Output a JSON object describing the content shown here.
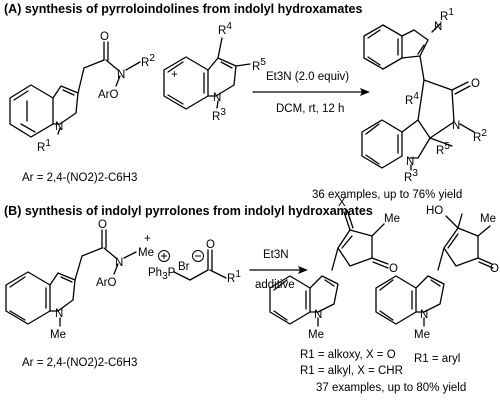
{
  "section_a": {
    "header": "(A) synthesis of pyrroloindolines from indolyl hydroxamates",
    "hydroxamate_labels": {
      "o": "O",
      "n": "N",
      "r2": "R",
      "r2_sub": "2",
      "aro": "ArO",
      "n_indole": "N",
      "r1": "R",
      "r1_sub": "1"
    },
    "plus": "+",
    "indole_labels": {
      "r4": "R",
      "r4_sub": "4",
      "r5": "R",
      "r5_sub": "5",
      "n": "N",
      "r3": "R",
      "r3_sub": "3"
    },
    "reagent_above": "Et3N (2.0 equiv)",
    "reagent_below": "DCM, rt, 12 h",
    "ar_definition": "Ar = 2,4-(NO2)2-C6H3",
    "product_labels": {
      "n_top": "N",
      "r1": "R",
      "r1_sub": "1",
      "r4": "R",
      "r4_sub": "4",
      "o": "O",
      "n_lactam": "N",
      "r2": "R",
      "r2_sub": "2",
      "r5": "R",
      "r5_sub": "5",
      "n_bottom": "N",
      "r3": "R",
      "r3_sub": "3"
    },
    "result": "36 examples, up to 76% yield"
  },
  "section_b": {
    "header": "(B) synthesis of indolyl pyrrolones from indolyl hydroxamates",
    "hydroxamate_labels": {
      "o": "O",
      "n": "N",
      "me_n": "Me",
      "aro": "ArO",
      "n_indole": "N",
      "me_indole": "Me"
    },
    "plus": "+",
    "ylide_labels": {
      "ph3p": "Ph",
      "ph3p_sub": "3",
      "p": "P",
      "br": "Br",
      "o": "O",
      "r1": "R",
      "r1_sub": "1"
    },
    "reagent_above": "Et3N",
    "reagent_below": "additive",
    "ar_definition": "Ar = 2,4-(NO2)2-C6H3",
    "product1_labels": {
      "x": "X",
      "me": "Me",
      "o": "O",
      "n": "N",
      "me_n": "Me"
    },
    "product2_labels": {
      "ho": "HO",
      "me": "Me",
      "o": "O",
      "n": "N",
      "me_n": "Me"
    },
    "condition_1": "R1 = alkoxy, X = O",
    "condition_2": "R1 = alkyl, X = CHR",
    "condition_3": "R1 = aryl",
    "result": "37 examples, up to 80% yield"
  }
}
